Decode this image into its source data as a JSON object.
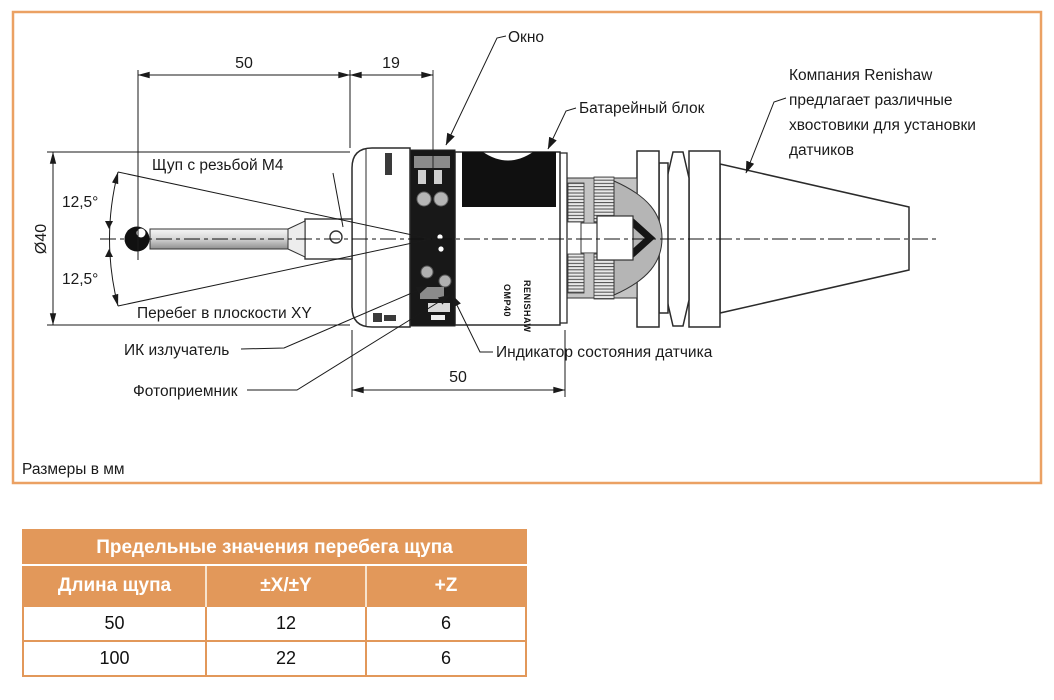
{
  "colors": {
    "accent": "#E2985A",
    "frame": "#EBA163"
  },
  "diagram": {
    "footnote": "Размеры в мм",
    "dims": {
      "stylus_len": "50",
      "front_len": "19",
      "body_len": "50",
      "diameter": "Ø40",
      "angle_up": "12,5°",
      "angle_dn": "12,5°"
    },
    "callouts": {
      "window": "Окно",
      "battery": "Батарейный блок",
      "stylus": "Щуп с резьбой M4",
      "overtravel": "Перебег в плоскости XY",
      "ir_emitter": "ИК излучатель",
      "photodetector": "Фотоприемник",
      "status": "Индикатор состояния датчика",
      "shank_note": [
        "Компания Renishaw",
        "предлагает различные",
        "хвостовики для установки",
        "датчиков"
      ]
    },
    "probe_brand": "RENISHAW",
    "probe_model": "OMP40"
  },
  "table": {
    "title": "Предельные значения перебега щупа",
    "columns": [
      "Длина щупа",
      "±X/±Y",
      "+Z"
    ],
    "rows": [
      [
        "50",
        "12",
        "6"
      ],
      [
        "100",
        "22",
        "6"
      ]
    ]
  }
}
